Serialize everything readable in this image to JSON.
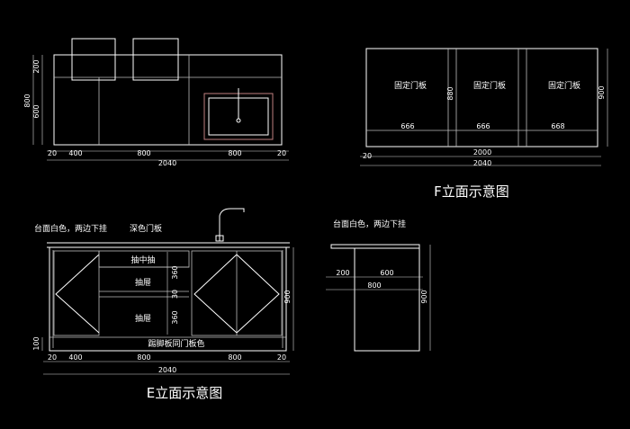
{
  "top": {
    "dims_horizontal": [
      "20",
      "400",
      "800",
      "800",
      "20"
    ],
    "total": "2040",
    "dims_vertical": [
      "800",
      "200",
      "600"
    ]
  },
  "f_view": {
    "panels": [
      "固定门板",
      "固定门板",
      "固定门板"
    ],
    "widths": [
      "666",
      "666",
      "668"
    ],
    "height_inner": "880",
    "height_outer": "900",
    "dim_left": "20",
    "dim_mid": "2000",
    "total": "2040",
    "title": "F立面示意图"
  },
  "e_view": {
    "note1": "台面白色，两边下挂",
    "note2": "深色门板",
    "drawer_labels": [
      "抽中抽",
      "抽屉",
      "抽屉"
    ],
    "vertical_dims": [
      "360",
      "30",
      "360"
    ],
    "height": "900",
    "kick_height": "100",
    "kick_label": "踢脚板同门板色",
    "dims_horizontal": [
      "20",
      "400",
      "800",
      "800",
      "20"
    ],
    "total": "2040",
    "title": "E立面示意图"
  },
  "side": {
    "note": "台面白色，两边下挂",
    "dims": [
      "200",
      "600"
    ],
    "total": "800",
    "height": "900"
  }
}
